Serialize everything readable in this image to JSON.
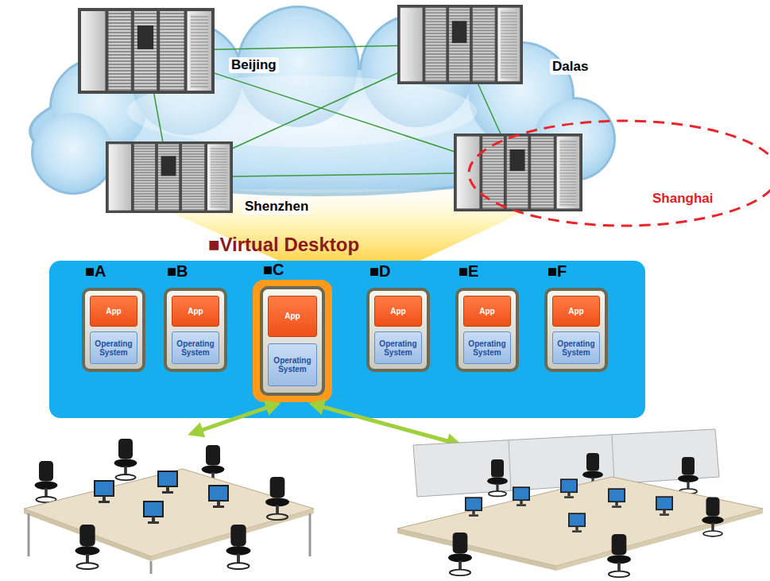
{
  "diagram": {
    "nodes": [
      {
        "text": [
          "Beijing"
        ]
      },
      {
        "text": [
          "Dalas"
        ]
      },
      {
        "text": [
          "Shenzhen"
        ]
      },
      {
        "text": [
          "Shanghai"
        ]
      },
      {
        "text": [
          "■Virtual Desktop"
        ]
      },
      {
        "text": [
          "■A"
        ],
        "in": 4
      },
      {
        "text": [
          "App"
        ],
        "in": 5
      },
      {
        "text": [
          "Operating System"
        ],
        "in": 5
      },
      {
        "text": [
          "■B"
        ],
        "in": 4
      },
      {
        "text": [
          "App"
        ],
        "in": 8
      },
      {
        "text": [
          "Operating System"
        ],
        "in": 8
      },
      {
        "text": [
          "■C"
        ],
        "in": 4
      },
      {
        "text": [
          "App"
        ],
        "in": 11
      },
      {
        "text": [
          "Operating System"
        ],
        "in": 11
      },
      {
        "text": [
          "■D"
        ],
        "in": 4
      },
      {
        "text": [
          "App"
        ],
        "in": 14
      },
      {
        "text": [
          "Operating System"
        ],
        "in": 14
      },
      {
        "text": [
          "■E"
        ],
        "in": 4
      },
      {
        "text": [
          "App"
        ],
        "in": 17
      },
      {
        "text": [
          "Operating System"
        ],
        "in": 17
      },
      {
        "text": [
          "■F"
        ],
        "in": 4
      },
      {
        "text": [
          "App"
        ],
        "in": 20
      },
      {
        "text": [
          "Operating System"
        ],
        "in": 20
      }
    ],
    "edges": [
      {
        "from": 0,
        "to": 1,
        "arrow": "none"
      },
      {
        "from": 0,
        "to": 2,
        "arrow": "none"
      },
      {
        "from": 0,
        "to": 3,
        "arrow": "none"
      },
      {
        "from": 1,
        "to": 2,
        "arrow": "none"
      },
      {
        "from": 1,
        "to": 3,
        "arrow": "none"
      },
      {
        "from": 2,
        "to": 3,
        "arrow": "none"
      }
    ]
  }
}
